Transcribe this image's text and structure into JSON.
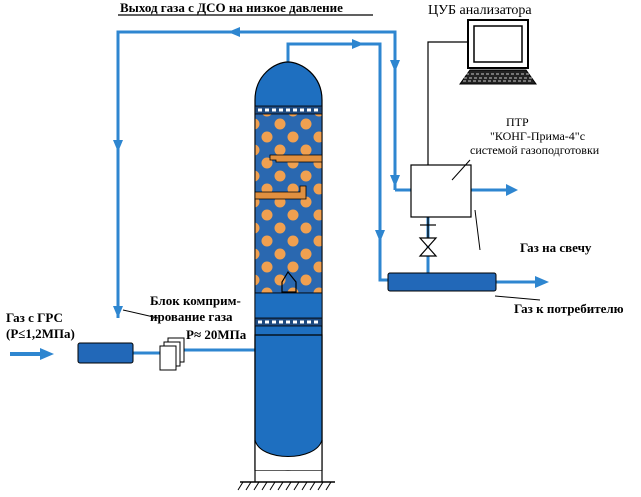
{
  "labels": {
    "gas_outlet_low_pressure": "Выход газа с ДСО на низкое давление",
    "control_unit": "ЦУБ анализатора",
    "analyzer_line1": "ПТР",
    "analyzer_line2": "\"КОНГ-Прима-4\"с",
    "analyzer_line3": "системой газоподготовки",
    "gas_to_flare": "Газ на свечу",
    "gas_to_consumer": "Газ к потребителю",
    "gas_from_grs_line1": "Газ с ГРС",
    "gas_from_grs_line2": "(Р≤1,2МПа)",
    "compressor_line1": "Блок комприм-",
    "compressor_line2": "ирование газа",
    "pressure": "Р≈ 20МПа"
  },
  "colors": {
    "vessel_blue": "#1e6fc0",
    "pipe_blue": "#2e86d0",
    "packing_orange": "#f0a050",
    "packing_bg": "#2a68b0"
  }
}
